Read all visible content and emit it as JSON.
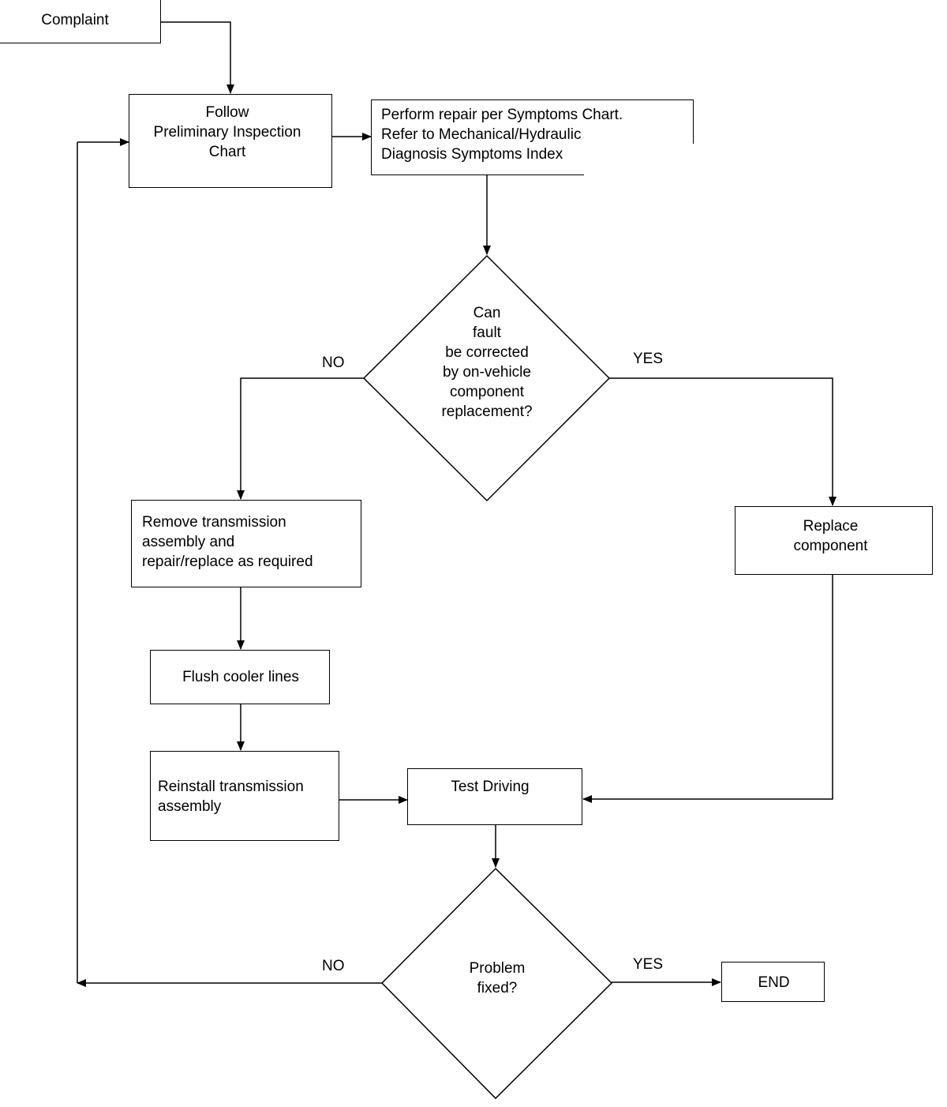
{
  "nodes": {
    "complaint": "Complaint",
    "preliminary": "Follow\nPreliminary Inspection\nChart",
    "symptoms": "Perform repair per Symptoms Chart.\nRefer to Mechanical/Hydraulic\nDiagnosis Symptoms Index",
    "decision_fault": "Can\nfault\nbe corrected\nby on-vehicle\ncomponent\nreplacement?",
    "remove": "Remove transmission\nassembly and\nrepair/replace as required",
    "replace": "Replace\ncomponent",
    "flush": "Flush cooler lines",
    "reinstall": "Reinstall transmission\nassembly",
    "test": "Test Driving",
    "decision_fixed": "Problem\nfixed?",
    "end": "END"
  },
  "labels": {
    "fault_no": "NO",
    "fault_yes": "YES",
    "fixed_no": "NO",
    "fixed_yes": "YES"
  },
  "colors": {
    "stroke": "#000000",
    "background": "#ffffff"
  }
}
